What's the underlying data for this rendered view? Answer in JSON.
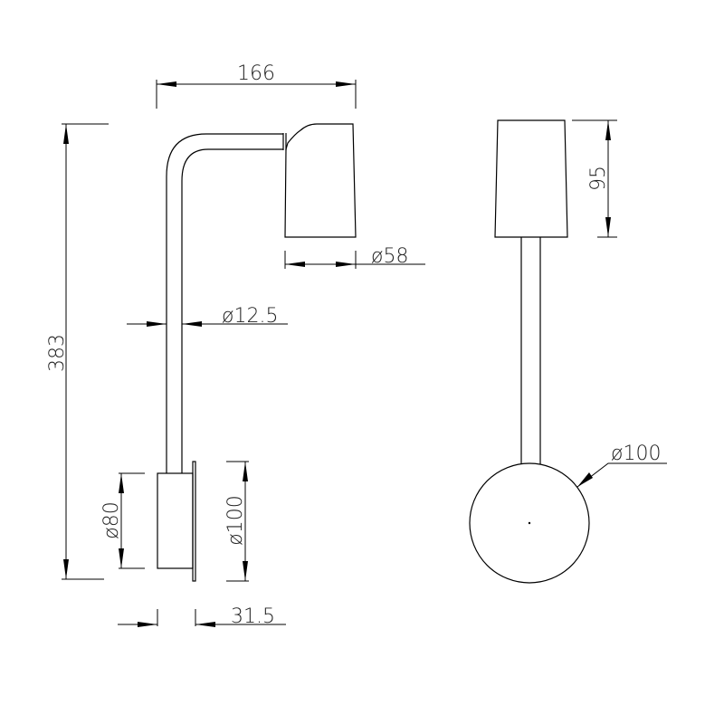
{
  "drawing": {
    "side_view": {
      "width_label": "166",
      "height_label": "383",
      "shade_diameter_label": "ø58",
      "arm_diameter_label": "ø12.5",
      "base_diameter_label": "ø80",
      "plate_diameter_label": "ø100",
      "base_depth_label": "31.5"
    },
    "front_view": {
      "shade_height_label": "95",
      "plate_diameter_label": "ø100"
    },
    "line_color": "#000000"
  }
}
